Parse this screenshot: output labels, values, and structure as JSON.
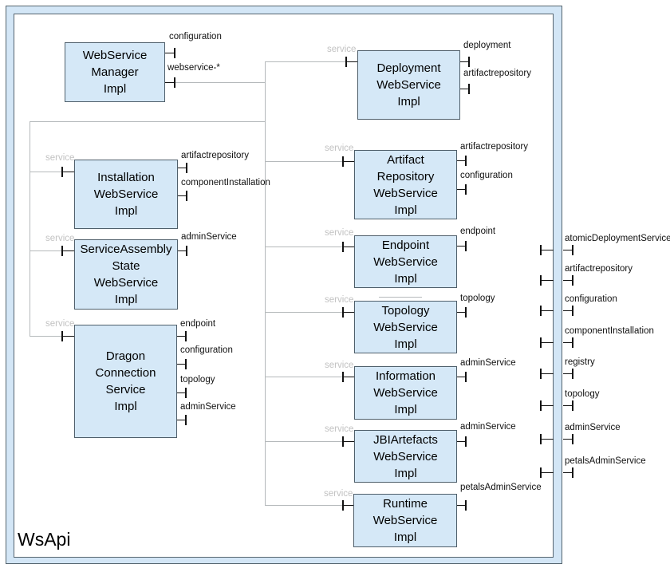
{
  "diagram": {
    "title": "WsApi"
  },
  "labels": {
    "service": "service"
  },
  "boxes": [
    {
      "name": "webservice-manager",
      "label": "WebService\nManager\nImpl"
    },
    {
      "name": "deployment-webservice",
      "label": "Deployment\nWebService\nImpl"
    },
    {
      "name": "installation-webservice",
      "label": "Installation\nWebService\nImpl"
    },
    {
      "name": "serviceassembly-state-webservice",
      "label": "ServiceAssembly\nState\nWebService\nImpl"
    },
    {
      "name": "dragon-connection-service",
      "label": "Dragon\nConnection\nService\nImpl"
    },
    {
      "name": "artifact-repository-webservice",
      "label": "Artifact\nRepository\nWebService\nImpl"
    },
    {
      "name": "endpoint-webservice",
      "label": "Endpoint\nWebService\nImpl"
    },
    {
      "name": "topology-webservice",
      "label": "Topology\nWebService\nImpl"
    },
    {
      "name": "information-webservice",
      "label": "Information\nWebService\nImpl"
    },
    {
      "name": "jbi-artefacts-webservice",
      "label": "JBIArtefacts\nWebService\nImpl"
    },
    {
      "name": "runtime-webservice",
      "label": "Runtime\nWebService\nImpl"
    }
  ],
  "ifaces": {
    "wsmanager": [
      "configuration",
      "webservice-*"
    ],
    "deployment": [
      "deployment",
      "artifactrepository"
    ],
    "installation": [
      "artifactrepository",
      "componentInstallation"
    ],
    "serviceassembly": [
      "adminService"
    ],
    "dragon": [
      "endpoint",
      "configuration",
      "topology",
      "adminService"
    ],
    "artifact": [
      "artifactrepository",
      "configuration"
    ],
    "endpoint": [
      "endpoint"
    ],
    "topology": [
      "topology"
    ],
    "information": [
      "adminService"
    ],
    "jbiartefacts": [
      "adminService"
    ],
    "runtime": [
      "petalsAdminService"
    ]
  },
  "boundary_ports": [
    "atomicDeploymentService",
    "artifactrepository",
    "configuration",
    "componentInstallation",
    "registry",
    "topology",
    "adminService",
    "petalsAdminService"
  ],
  "colors": {
    "box_fill": "#d5e8f7",
    "box_border": "#4f5f6b",
    "frame_fill": "#d3e6f6",
    "frame_border": "#56656f",
    "connector_line": "#b5b9bb",
    "interface_mark": "#111111",
    "service_text": "#c2c2c2"
  }
}
